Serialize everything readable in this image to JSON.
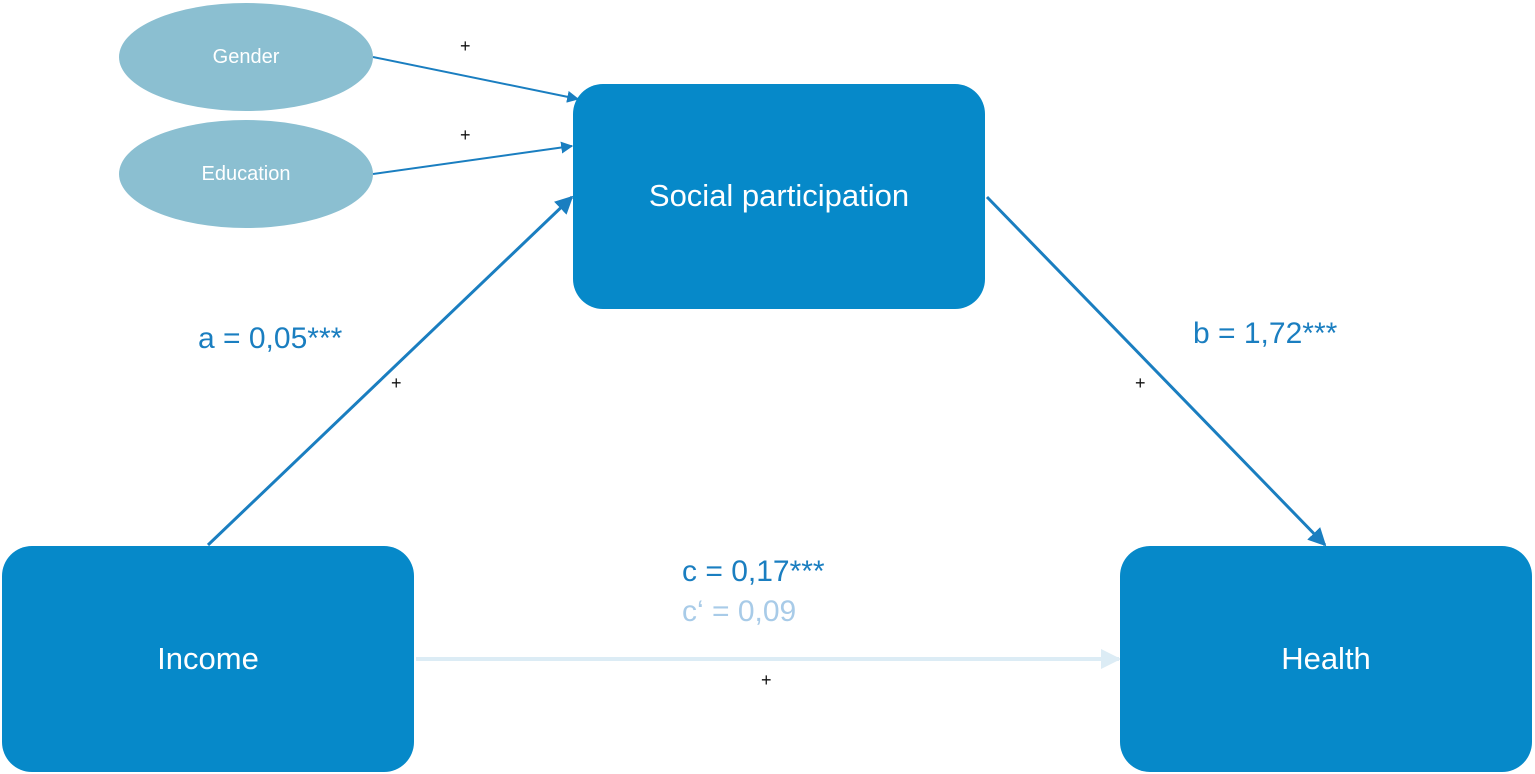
{
  "colors": {
    "box": "#0689c9",
    "ellipse": "#8bbfd1",
    "arrow": "#1a7ec0",
    "arrow_direct": "#dcecf5",
    "coef_text": "#1a7ec0",
    "coef_text_faded": "#a8cbe8"
  },
  "nodes": {
    "social_participation": "Social participation",
    "income": "Income",
    "health": "Health",
    "gender": "Gender",
    "education": "Education"
  },
  "paths": {
    "a": {
      "label": "a = 0,05***",
      "sign": "+"
    },
    "b": {
      "label": "b = 1,72***",
      "sign": "+"
    },
    "c": {
      "label": "c = 0,17***",
      "label_direct": "c‘ = 0,09",
      "sign": "+"
    },
    "gender": {
      "sign": "+"
    },
    "education": {
      "sign": "+"
    }
  }
}
